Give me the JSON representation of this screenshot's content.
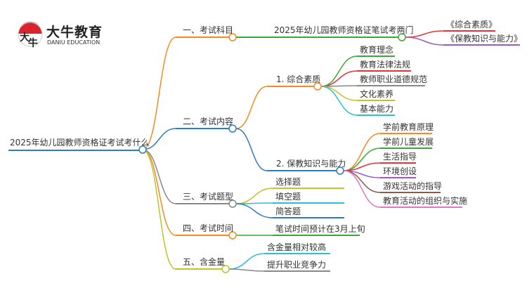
{
  "logo": {
    "brand_cn": "大牛教育",
    "brand_en": "DANIU EDUCATION",
    "mark_text": "大牛"
  },
  "root": {
    "label": "2025年幼儿园教师资格证考试考什么",
    "color": "#2e7cc0"
  },
  "branches": [
    {
      "label": "一、考试科目",
      "color": "#f7891f",
      "children": [
        {
          "label": "2025年幼儿园教师资格证笔试考两门",
          "color": "#3aa935",
          "children": [
            {
              "label": "《综合素质》",
              "color": "#e8323a"
            },
            {
              "label": "《保教知识与能力》",
              "color": "#9b59c9"
            }
          ]
        }
      ]
    },
    {
      "label": "二、考试内容",
      "color": "#2e7cc0",
      "children": [
        {
          "label": "1. 综合素质",
          "color": "#f7891f",
          "children": [
            {
              "label": "教育理念",
              "color": "#3aa935"
            },
            {
              "label": "教育法律法规",
              "color": "#e8323a"
            },
            {
              "label": "教师职业道德规范",
              "color": "#888888"
            },
            {
              "label": "文化素养",
              "color": "#c2c22a"
            },
            {
              "label": "基本能力",
              "color": "#27c1d8"
            }
          ]
        },
        {
          "label": "2. 保教知识与能力",
          "color": "#2e7cc0",
          "children": [
            {
              "label": "学前教育原理",
              "color": "#f7891f"
            },
            {
              "label": "学前儿童发展",
              "color": "#3aa935"
            },
            {
              "label": "生活指导",
              "color": "#e8323a"
            },
            {
              "label": "环境创设",
              "color": "#9b59c9"
            },
            {
              "label": "游戏活动的指导",
              "color": "#8b5a4a"
            },
            {
              "label": "教育活动的组织与实施",
              "color": "#e377c2"
            }
          ]
        }
      ]
    },
    {
      "label": "三、考试题型",
      "color": "#888888",
      "children": [
        {
          "label": "选择题",
          "color": "#c2c22a"
        },
        {
          "label": "填空题",
          "color": "#27c1d8"
        },
        {
          "label": "简答题",
          "color": "#2e7cc0"
        }
      ]
    },
    {
      "label": "四、考试时间",
      "color": "#f7891f",
      "children": [
        {
          "label": "笔试时间预计在3月上旬",
          "color": "#3aa935"
        }
      ]
    },
    {
      "label": "五、含金量",
      "color": "#c2c22a",
      "children": [
        {
          "label": "含金量相对较高",
          "color": "#27c1d8"
        },
        {
          "label": "提升职业竞争力",
          "color": "#888888"
        }
      ]
    }
  ]
}
